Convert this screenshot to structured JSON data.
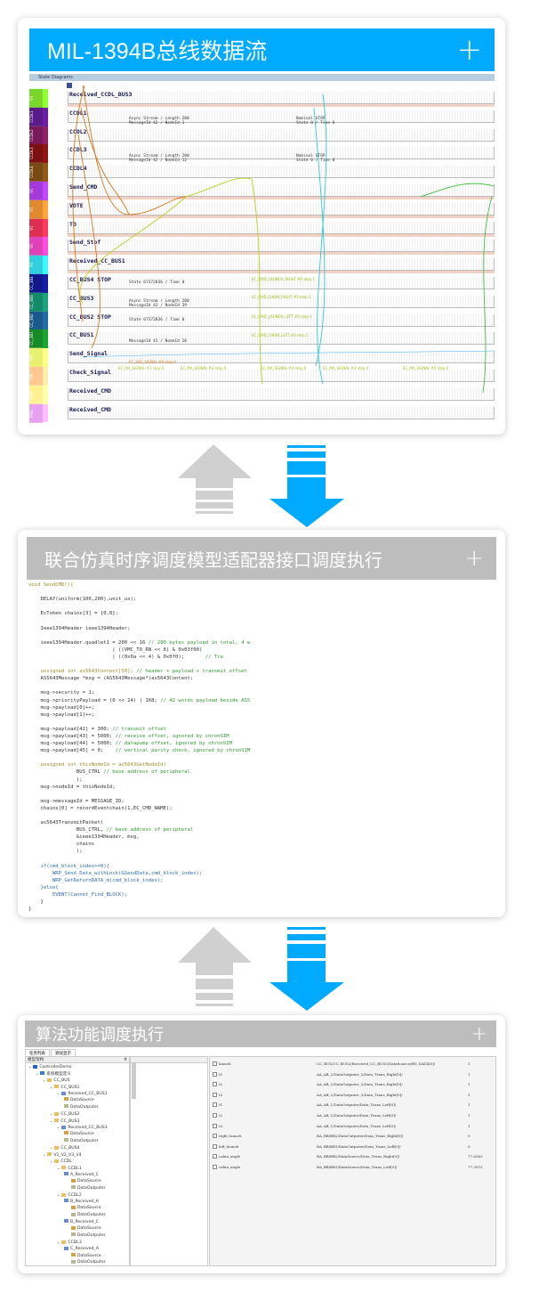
{
  "panel1": {
    "title": "MIL-1394B总线数据流",
    "plus": "+",
    "subheader": "State Diagrams",
    "color_bars": [
      {
        "label": "V1",
        "color": "#7ad62a"
      },
      {
        "label": "CCDL1",
        "color": "#5a1a8a"
      },
      {
        "label": "CCDL2",
        "color": "#7a1a5a"
      },
      {
        "label": "CCDL3",
        "color": "#7a1010"
      },
      {
        "label": "CCDL4",
        "color": "#7a4a15"
      },
      {
        "label": "V1",
        "color": "#a43adb"
      },
      {
        "label": "V1",
        "color": "#e08a30"
      },
      {
        "label": "V1",
        "color": "#dd3050"
      },
      {
        "label": "V1",
        "color": "#e040b8"
      },
      {
        "label": "V1",
        "color": "#30d0e0"
      },
      {
        "label": "CC_3B4",
        "color": "#10188a"
      },
      {
        "label": "CC_3B3",
        "color": "#158a6a"
      },
      {
        "label": "CC_3B2",
        "color": "#1a5a8a"
      },
      {
        "label": "CC_3B1",
        "color": "#158a25"
      },
      {
        "label": "MA",
        "color": "#e8f070"
      },
      {
        "label": "MA",
        "color": "#ffc890"
      },
      {
        "label": "MN1",
        "color": "#fff090"
      },
      {
        "label": "MN1",
        "color": "#e8a0f0"
      }
    ],
    "rows": [
      "Received_CCDL_BUS3",
      "CCDL1",
      "CCDL2",
      "CCDL3",
      "CCDL4",
      "Send_CMD",
      "VOTE",
      "TO",
      "Send_Stof",
      "Received_CC_BUS1",
      "CC_BUS4 STOP",
      "CC_BUS3",
      "CC_BUS2 STOP",
      "CC_BUS1",
      "Send_Signal",
      "Check_Signal",
      "Received_CMD",
      "Received_CMD"
    ],
    "annotations": [
      "Async Stream / Length 200",
      "MessageId 42 / NodeId 1",
      "Nominal STOP",
      "State 0 / Time 0",
      "Async Stream / Length 200",
      "MessageId 42 / NodeId 12",
      "Nominal STOP",
      "State 0 / Time 0",
      "State 67372036 / Time 0",
      "Async Stream / Length 200",
      "MessageId 42 / NodeId 39",
      "State 67372036 / Time 0",
      "MessageId 41 / NodeId 20"
    ],
    "steps": [
      "EC_SAS_SIGNAL #0 step 0",
      "EC_CMD_LAUNCH_RIGHT #0 step 1",
      "EC_CMD_CABIN_RIGHT #0 step 1",
      "EC_CMD_LAUNCH_LEFT #0 step 1",
      "EC_CMD_CABIN_LEFT #0 step 1",
      "EC_MA_SIGNAL #1 step 0",
      "EC_MA_SIGNAL #2 step 0",
      "EC_MA_SIGNAL #3 step 0",
      "EC_MA_SIGNAL #4 step 0",
      "EC_MA_SIGNAL #5 step 0"
    ]
  },
  "panel2": {
    "title": "联合仿真时序调度模型适配器接口调度执行",
    "plus": "+",
    "code": [
      "void SendCMD(){",
      "",
      "    DELAY(uniform(100,200),unit_us);",
      "",
      "    EcToken chains[3] = {0,0};",
      "",
      "    Ieee1394Header ieee1394Header;",
      "",
      "    ieee1394Header.quadlet1 = 200 << 16 // 200 bytes payload in total, 4 w",
      "                            | ((VMC_TO_RN << 8) & 0x03f00)",
      "                            | ((0x0a << 4) & 0x0f0);       // Tra",
      "",
      "    unsigned int as5643Content[50]; // header + payload + transmit offset",
      "    AS5643Message *msg = (AS5643Message*)as5643Content;",
      "",
      "    msg->security = 1;",
      "    msg->priorityPayload = (0 << 24) | 168; // 42 words payload beside AS5",
      "    msg->payload[0]++;",
      "    msg->payload[1]++;",
      "",
      "    msg->payload[42] = 300; // transmit offset",
      "    msg->payload[43] = 5000; // receive offset, ignored by chronSIM",
      "    msg->payload[44] = 5000; // datapump offset, ignored by chronSIM",
      "    msg->payload[45] = 0;    // vertical parity check, ignored by chronSIM",
      "",
      "    unsigned int thisNodeId = as5643GetNodeId(",
      "                BUS_CTRL // base address of peripheral",
      "                );",
      "    msg->nodeId = thisNodeId;",
      "",
      "    msg->messageId = MESSAGE_ID;",
      "    chains[0] = recordEventchain(1,EC_CMD_NAME);",
      "",
      "    as5643TransmitPacket(",
      "                BUS_CTRL, // base address of peripheral",
      "                &ieee1394Header, msg,",
      "                chains",
      "                );",
      "",
      "    if(cmd_block_index>=0){",
      "        WRP_Send_Data_withLock(&SendData,cmd_block_index);",
      "        WRP_GetReturnDATA_m(cmd_block_index);",
      "    }else{",
      "        EVENT(Cannot_Find_BLOCK);",
      "    }",
      "}"
    ]
  },
  "panel3": {
    "title": "算法功能调度执行",
    "plus": "+",
    "tabs": [
      "任务列表",
      "调试显示"
    ],
    "tree_header": "模型架构",
    "pin": "#",
    "tree": [
      {
        "label": "ControllerDemo",
        "depth": 0,
        "icon": "#2a5bd0"
      },
      {
        "label": "系统模型定义",
        "depth": 1,
        "icon": "#3a7bd5"
      },
      {
        "label": "CC_BUS",
        "depth": 2,
        "icon": "#e8c060"
      },
      {
        "label": "CC_BUS1",
        "depth": 3,
        "icon": "#e8c060"
      },
      {
        "label": "Received_CC_BUS1",
        "depth": 4,
        "icon": "#6a8ad5"
      },
      {
        "label": "DataSource",
        "depth": 5,
        "icon": "#d8a040"
      },
      {
        "label": "DataOutputer",
        "depth": 5,
        "icon": "#b8b890"
      },
      {
        "label": "CC_BUS2",
        "depth": 3,
        "icon": "#e8c060"
      },
      {
        "label": "CC_BUS3",
        "depth": 3,
        "icon": "#e8c060"
      },
      {
        "label": "Received_CC_BUS3",
        "depth": 4,
        "icon": "#6a8ad5"
      },
      {
        "label": "DataSource",
        "depth": 5,
        "icon": "#d8a040"
      },
      {
        "label": "DataOutputer",
        "depth": 5,
        "icon": "#b8b890"
      },
      {
        "label": "CC_BUS4",
        "depth": 3,
        "icon": "#e8c060"
      },
      {
        "label": "V1_V2_V3_V4",
        "depth": 2,
        "icon": "#e8c060"
      },
      {
        "label": "CCDL",
        "depth": 3,
        "icon": "#e8c060"
      },
      {
        "label": "CCDL1",
        "depth": 4,
        "icon": "#e8c060"
      },
      {
        "label": "A_Received_C",
        "depth": 5,
        "icon": "#6a8ad5"
      },
      {
        "label": "DataSource",
        "depth": 6,
        "icon": "#d8a040"
      },
      {
        "label": "DataOutputer",
        "depth": 6,
        "icon": "#b8b890"
      },
      {
        "label": "CCDL2",
        "depth": 4,
        "icon": "#e8c060"
      },
      {
        "label": "B_Received_A",
        "depth": 5,
        "icon": "#6a8ad5"
      },
      {
        "label": "DataSource",
        "depth": 6,
        "icon": "#d8a040"
      },
      {
        "label": "DataOutputer",
        "depth": 6,
        "icon": "#b8b890"
      },
      {
        "label": "B_Received_C",
        "depth": 5,
        "icon": "#6a8ad5"
      },
      {
        "label": "DataSource",
        "depth": 6,
        "icon": "#d8a040"
      },
      {
        "label": "DataOutputer",
        "depth": 6,
        "icon": "#b8b890"
      },
      {
        "label": "CCDL3",
        "depth": 4,
        "icon": "#e8c060"
      },
      {
        "label": "C_Received_A",
        "depth": 5,
        "icon": "#6a8ad5"
      },
      {
        "label": "DataSource",
        "depth": 6,
        "icon": "#d8a040"
      },
      {
        "label": "DataOutputer",
        "depth": 6,
        "icon": "#b8b890"
      }
    ],
    "table": [
      {
        "name": "launch",
        "path": "CC_BUS/CC_BUS3/Received_CC_BUS3/DataSource/RN_DATA[0]/",
        "value": "1"
      },
      {
        "name": "t1",
        "path": "AA_AB_2/DataOutputer_3/Data_Trans_Right[0]/",
        "value": "1"
      },
      {
        "name": "t2",
        "path": "AA_AB_2/DataOutputer_3/Data_Trans_Right[0]/",
        "value": "1"
      },
      {
        "name": "t3",
        "path": "AA_AB_2/DataOutputer_3/Data_Trans_Right[0]/",
        "value": "1"
      },
      {
        "name": "t1",
        "path": "AA_AB_1/DataOutputer/Data_Trans_Left[0]/",
        "value": "1"
      },
      {
        "name": "t2",
        "path": "AA_AB_1/DataOutputer/Data_Trans_Left[0]/",
        "value": "1"
      },
      {
        "name": "t3",
        "path": "AA_AB_1/DataOutputer/Data_Trans_Left[0]/",
        "value": "1"
      },
      {
        "name": "right_launch",
        "path": "BA_BB/BB2/DataOutputer/Data_Trans_Right[0]/",
        "value": "0"
      },
      {
        "name": "left_launch",
        "path": "BA_BB/BB1/DataOutputer/Data_Trans_Left[0]/",
        "value": "0"
      },
      {
        "name": "cabin_angle",
        "path": "BA_BB/BB2/DataSource/Data_Trans_Right[0]/",
        "value": "77.6363"
      },
      {
        "name": "cabin_angle",
        "path": "BA_BB/BB1/DataSource/Data_Trans_Left[0]/",
        "value": "77.3515"
      }
    ]
  },
  "colors": {
    "blue": "#00aaff",
    "gray": "#bdbdbd",
    "arrow_gray": "#d0d0d0"
  }
}
